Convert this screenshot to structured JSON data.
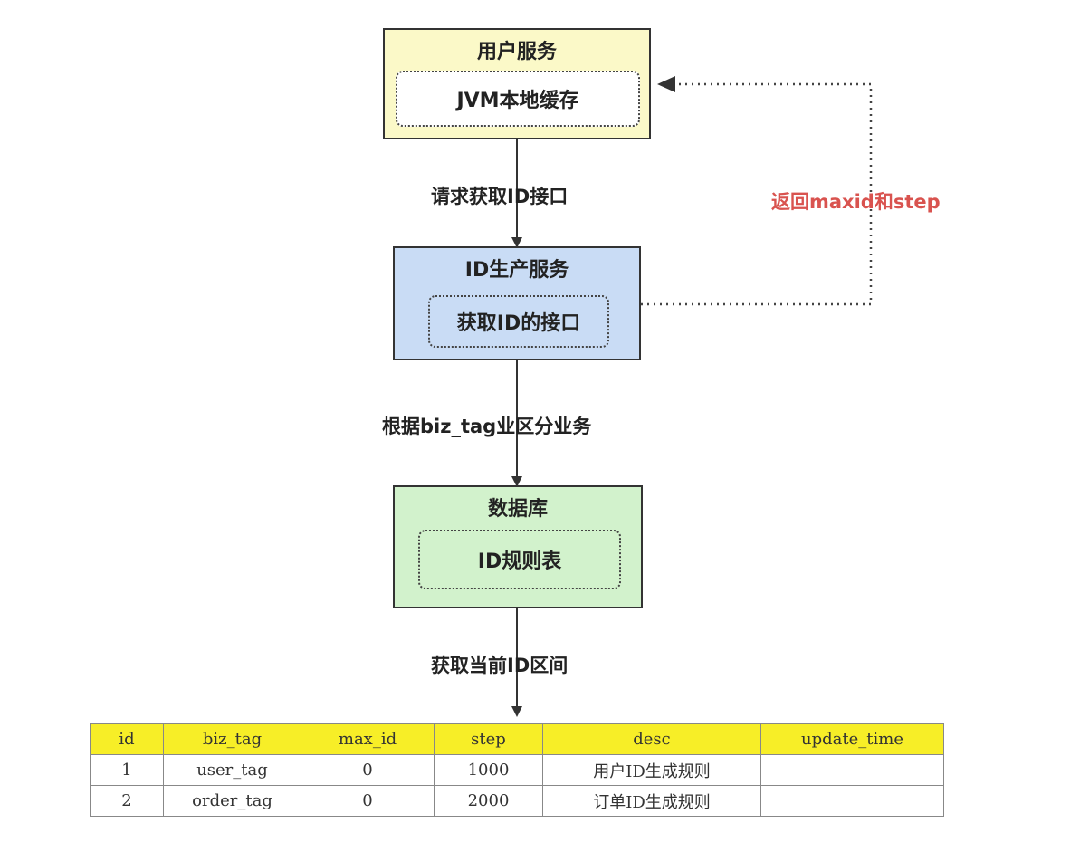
{
  "boxes": {
    "user_service": {
      "title": "用户服务",
      "inner": "JVM本地缓存"
    },
    "id_service": {
      "title": "ID生产服务",
      "inner": "获取ID的接口"
    },
    "database": {
      "title": "数据库",
      "inner": "ID规则表"
    }
  },
  "edges": {
    "request": "请求获取ID接口",
    "return": "返回maxid和step",
    "by_tag": "根据biz_tag业区分业务",
    "get_range": "获取当前ID区间"
  },
  "colors": {
    "user_fill": "#fbf9c8",
    "id_fill": "#c9dcf5",
    "db_fill": "#d2f2cc",
    "header_fill": "#f7ee27",
    "return_label": "#d9534f"
  },
  "table": {
    "headers": [
      "id",
      "biz_tag",
      "max_id",
      "step",
      "desc",
      "update_time"
    ],
    "rows": [
      [
        "1",
        "user_tag",
        "0",
        "1000",
        "用户ID生成规则",
        ""
      ],
      [
        "2",
        "order_tag",
        "0",
        "2000",
        "订单ID生成规则",
        ""
      ]
    ]
  }
}
